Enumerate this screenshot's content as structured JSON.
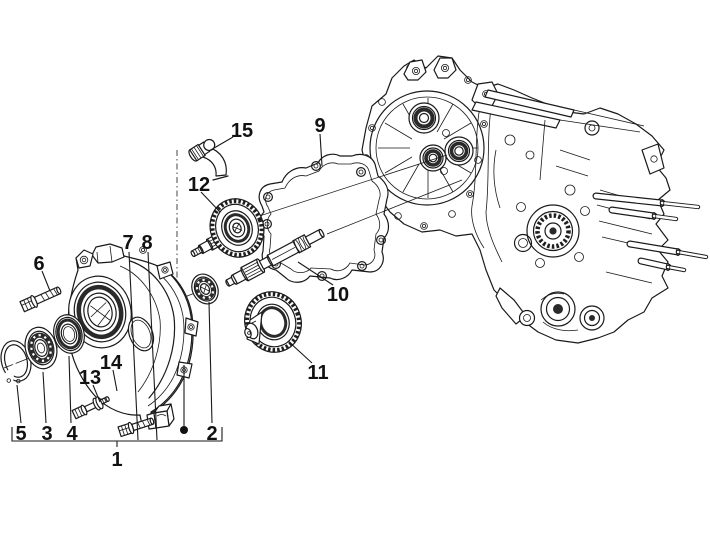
{
  "diagram": {
    "type": "exploded-parts-diagram",
    "subject": "transmission reduction gear cover unit and engine crankcase",
    "colors": {
      "background": "#ffffff",
      "line": "#1a1a1a",
      "label": "#111111"
    },
    "markers": {
      "included_part_dot": "●",
      "group_bracket": "⌐¬"
    },
    "callouts": {
      "c1": {
        "label": "1",
        "part": "cover-assembly-group"
      },
      "c2": {
        "label": "2",
        "part": "ball-bearing"
      },
      "c3": {
        "label": "3",
        "part": "ball-bearing"
      },
      "c4": {
        "label": "4",
        "part": "seal-ring"
      },
      "c5": {
        "label": "5",
        "part": "circlip"
      },
      "c6": {
        "label": "6",
        "part": "hex-bolt"
      },
      "c7": {
        "label": "7",
        "part": "cover-half"
      },
      "c8": {
        "label": "8",
        "part": "cover-half"
      },
      "c9": {
        "label": "9",
        "part": "gasket"
      },
      "c10": {
        "label": "10",
        "part": "driven-shaft"
      },
      "c11": {
        "label": "11",
        "part": "gear-wheel"
      },
      "c12": {
        "label": "12",
        "part": "gear-shaft-assembly"
      },
      "c13": {
        "label": "13",
        "part": "screw"
      },
      "c14": {
        "label": "14",
        "part": "washer"
      },
      "c15": {
        "label": "15",
        "part": "breather-pipe"
      }
    }
  }
}
